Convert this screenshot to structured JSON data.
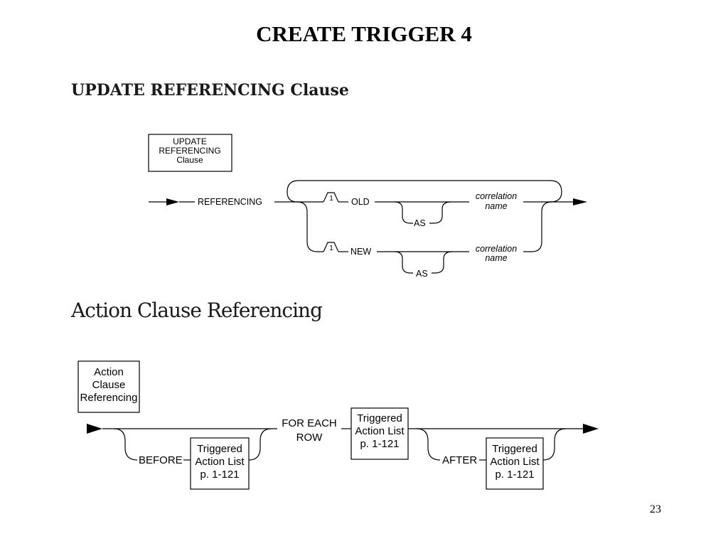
{
  "slide": {
    "title": "CREATE  TRIGGER 4",
    "page_number": "23"
  },
  "update_section": {
    "heading": "UPDATE REFERENCING Clause",
    "box_label": [
      "UPDATE",
      "REFERENCING",
      "Clause"
    ],
    "keyword_referencing": "REFERENCING",
    "repeat_marker": "1",
    "keyword_old": "OLD",
    "keyword_new": "NEW",
    "keyword_as": "AS",
    "correlation_name": [
      "correlation",
      "name"
    ]
  },
  "action_section": {
    "heading": "Action Clause Referencing",
    "box_label": [
      "Action",
      "Clause",
      "Referencing"
    ],
    "keyword_before": "BEFORE",
    "keyword_after": "AFTER",
    "keyword_for_each_row": [
      "FOR EACH",
      "ROW"
    ],
    "triggered_action_list": [
      "Triggered",
      "Action List",
      "p. 1-121"
    ]
  }
}
